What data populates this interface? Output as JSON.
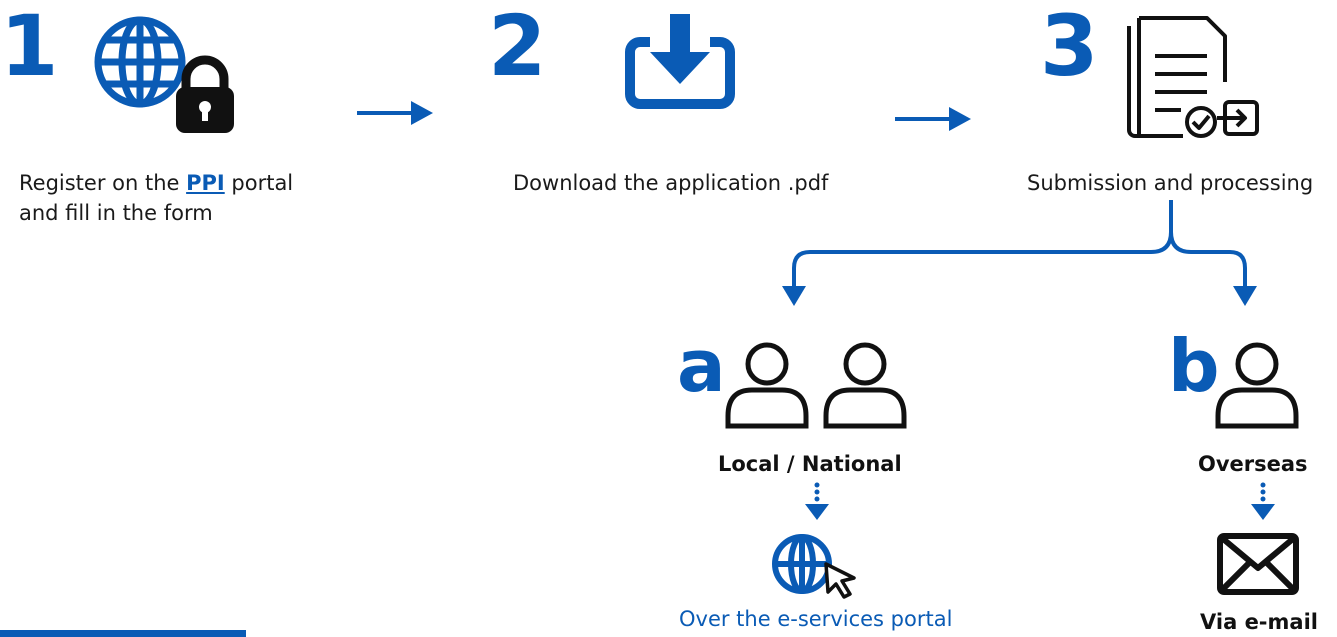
{
  "steps": [
    {
      "number": "1",
      "caption_pre": "Register on the ",
      "caption_link": "PPI",
      "caption_post": " portal",
      "caption_line2": "and fill in the form",
      "icon": "globe-lock-icon"
    },
    {
      "number": "2",
      "caption": "Download the application .pdf",
      "icon": "download-icon"
    },
    {
      "number": "3",
      "caption": "Submission and processing",
      "icon": "documents-submit-icon"
    }
  ],
  "branches": {
    "a": {
      "letter": "a",
      "label": "Local / National",
      "channel": "Over the e-services portal",
      "icons": [
        "user-icon",
        "user-icon",
        "globe-cursor-icon"
      ]
    },
    "b": {
      "letter": "b",
      "label": "Overseas",
      "channel": "Via e-mail",
      "icons": [
        "user-icon",
        "envelope-icon"
      ]
    }
  },
  "colors": {
    "accent": "#0a5bb5",
    "text": "#1a1a1a"
  }
}
